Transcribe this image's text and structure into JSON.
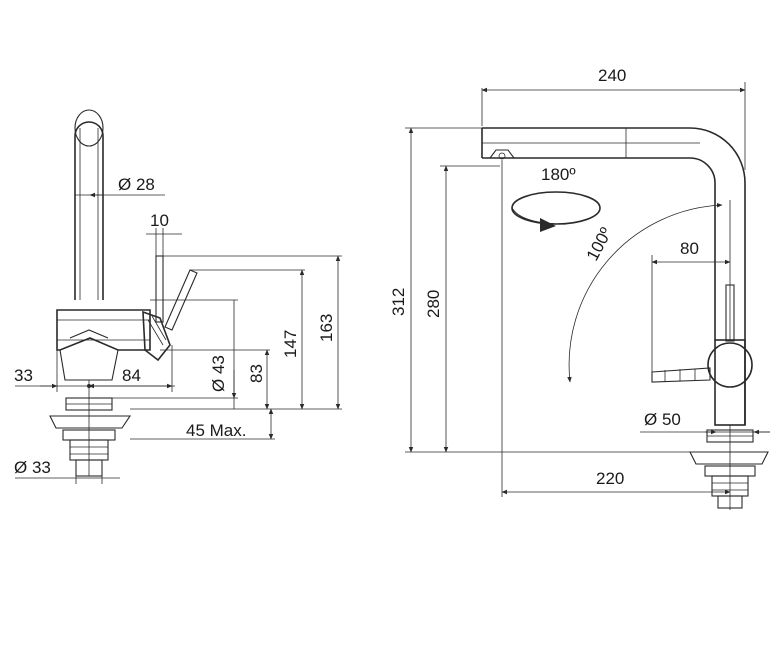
{
  "colors": {
    "line": "#2a2a2a",
    "text": "#1a1a1a",
    "background": "#ffffff"
  },
  "side_view": {
    "spout_diameter": "Ø 28",
    "lever_width": "10",
    "left_offset": "33",
    "reach": "84",
    "body_diameter": "Ø 43",
    "lever_height": "83",
    "outlet_height": "147",
    "total_height": "163",
    "max_deck_thickness": "45 Max.",
    "fixing_diameter": "Ø 33"
  },
  "front_view": {
    "spout_length": "240",
    "rotation_angle": "180º",
    "lever_angle": "100º",
    "lever_reach": "80",
    "total_height": "312",
    "outlet_height": "280",
    "base_diameter": "Ø 50",
    "outlet_reach": "220"
  }
}
